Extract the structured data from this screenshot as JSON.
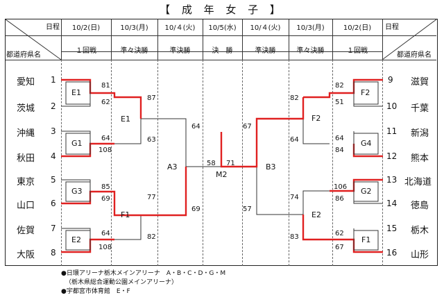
{
  "title": "【 成 年 女 子 】",
  "header": {
    "left_date_label": "日程",
    "left_pref_label": "都道府県名",
    "right_date_label": "日程",
    "right_pref_label": "都道府県名",
    "columns": [
      {
        "date": "10/2(日)",
        "round": "１回戦"
      },
      {
        "date": "10/3(月)",
        "round": "準々決勝"
      },
      {
        "date": "10/４(火)",
        "round": "準決勝"
      },
      {
        "date": "10/5(水)",
        "round": "決　勝"
      },
      {
        "date": "10/４(火)",
        "round": "準決勝"
      },
      {
        "date": "10/3(月)",
        "round": "準々決勝"
      },
      {
        "date": "10/2(日)",
        "round": "１回戦"
      }
    ]
  },
  "left_teams": [
    {
      "name": "愛知",
      "seed": "1"
    },
    {
      "name": "茨城",
      "seed": "2"
    },
    {
      "name": "沖縄",
      "seed": "3"
    },
    {
      "name": "秋田",
      "seed": "4"
    },
    {
      "name": "東京",
      "seed": "5"
    },
    {
      "name": "山口",
      "seed": "6"
    },
    {
      "name": "佐賀",
      "seed": "7"
    },
    {
      "name": "大阪",
      "seed": "8"
    }
  ],
  "right_teams": [
    {
      "name": "滋賀",
      "seed": "9"
    },
    {
      "name": "千葉",
      "seed": "10"
    },
    {
      "name": "新潟",
      "seed": "11"
    },
    {
      "name": "熊本",
      "seed": "12"
    },
    {
      "name": "北海道",
      "seed": "13"
    },
    {
      "name": "徳島",
      "seed": "14"
    },
    {
      "name": "栃木",
      "seed": "15"
    },
    {
      "name": "山形",
      "seed": "16"
    }
  ],
  "matches": {
    "E1_left": "E1",
    "G1": "G1",
    "G3": "G3",
    "E2_left": "E2",
    "E1_qf": "E1",
    "F1_qf": "F1",
    "A3": "A3",
    "M2": "M2",
    "B3": "B3",
    "F2_qf": "F2",
    "E2_qf": "E2",
    "F2_r1": "F2",
    "G4": "G4",
    "G2": "G2",
    "F1_r1": "F1"
  },
  "scores": {
    "l1": "81",
    "l2": "62",
    "l3": "64",
    "l4": "108",
    "l5": "85",
    "l6": "69",
    "l7": "64",
    "l8": "108",
    "lq1": "87",
    "lq2": "63",
    "lq3": "77",
    "lq4": "82",
    "ls1": "64",
    "ls2": "69",
    "f_left": "58",
    "f_right": "71",
    "rs1": "67",
    "rs2": "57",
    "rq1": "82",
    "rq2": "64",
    "rq3": "74",
    "rq4": "83",
    "r1": "82",
    "r2": "51",
    "r3": "64",
    "r4": "84",
    "r5": "106",
    "r6": "86",
    "r7": "62",
    "r8": "67"
  },
  "notes": [
    "●日環アリーナ栃木メインアリーナ　A・B・C・D・G・M",
    "（栃木県総合運動公園メインアリーナ）",
    "●宇都宮市体育館　E・F"
  ],
  "colors": {
    "winner": "#e02020",
    "line": "#333333"
  }
}
